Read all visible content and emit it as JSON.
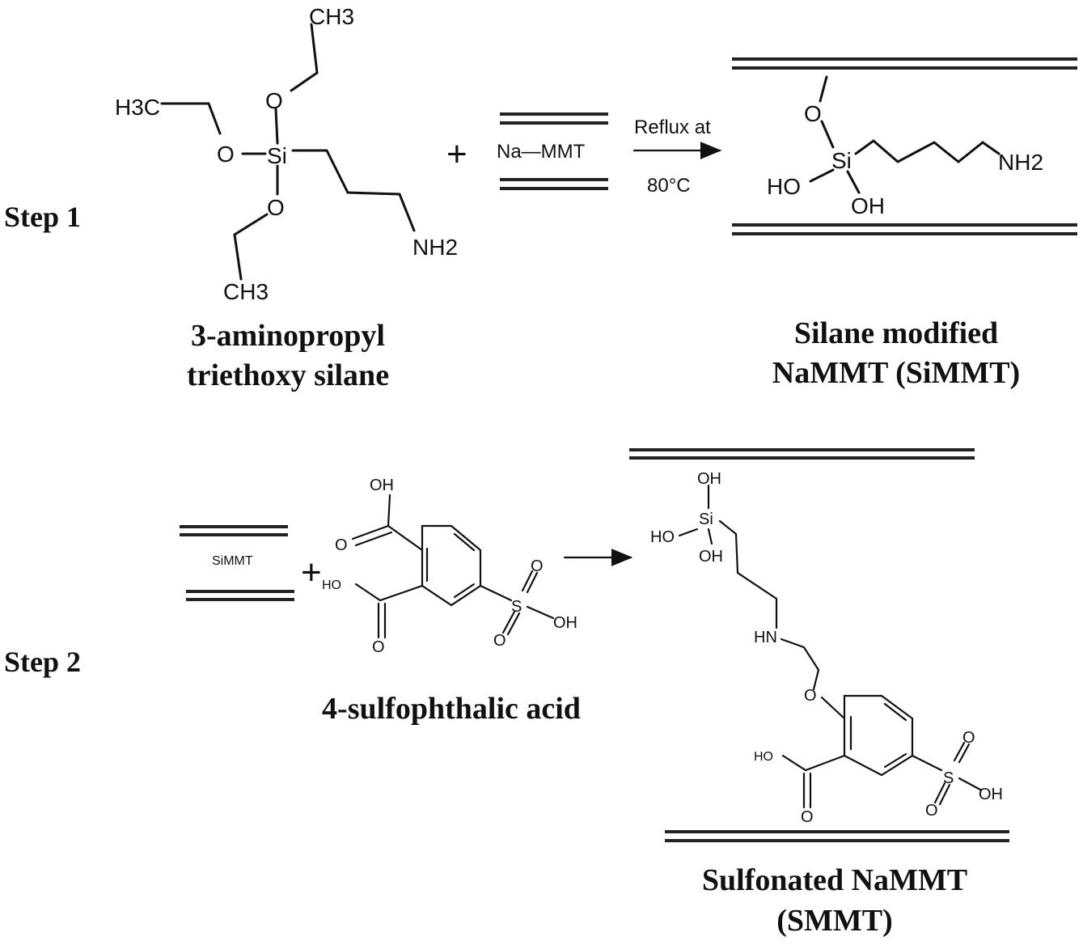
{
  "step1": {
    "label": "Step 1",
    "reagent": {
      "name_line1": "3-aminopropyl",
      "name_line2": "triethoxy silane",
      "atoms": {
        "ch3_top": "CH3",
        "h3c": "H3C",
        "ch3_bottom": "CH3",
        "o_top": "O",
        "o_left": "O",
        "o_bottom": "O",
        "si": "Si",
        "nh2": "NH2"
      }
    },
    "plus": "+",
    "clay": "Na—MMT",
    "condition_top": "Reflux at",
    "condition_bottom": "80°C",
    "product": {
      "name_line1": "Silane modified",
      "name_line2": "NaMMT (SiMMT)",
      "atoms": {
        "o": "O",
        "si": "Si",
        "ho": "HO",
        "oh": "OH",
        "nh2": "NH2"
      }
    }
  },
  "step2": {
    "label": "Step 2",
    "clay": "SiMMT",
    "plus": "+",
    "reagent": {
      "name": "4-sulfophthalic acid",
      "atoms": {
        "oh_top": "OH",
        "o_left": "O",
        "ho": "HO",
        "o_bottom": "O",
        "s": "S",
        "o_s_top": "O",
        "o_s_bottom": "O",
        "oh_s": "OH"
      }
    },
    "product": {
      "name_line1": "Sulfonated NaMMT",
      "name_line2": "(SMMT)",
      "atoms": {
        "oh_top": "OH",
        "si": "Si",
        "ho": "HO",
        "oh": "OH",
        "hn": "HN",
        "o_ether": "O",
        "ho_acid": "HO",
        "o_acid": "O",
        "s": "S",
        "o_s_top": "O",
        "o_s_bottom": "O",
        "oh_s": "OH"
      }
    }
  }
}
